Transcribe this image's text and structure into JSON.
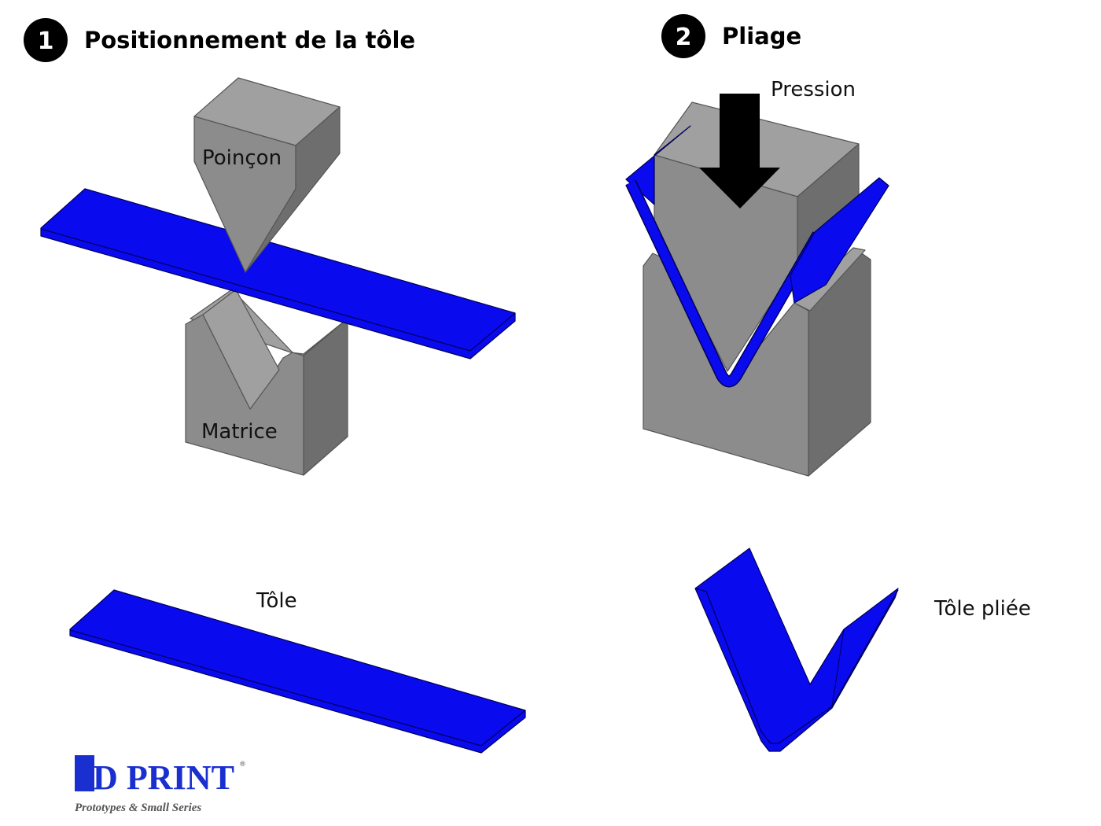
{
  "step1": {
    "number": "1",
    "title": "Positionnement de la tôle"
  },
  "step2": {
    "number": "2",
    "title": "Pliage"
  },
  "labels": {
    "punch": "Poinçon",
    "die": "Matrice",
    "sheet": "Tôle",
    "pressure": "Pression",
    "bent_sheet": "Tôle pliée"
  },
  "logo": {
    "brand": "3D PRINT",
    "registered": "®",
    "tagline": "Prototypes & Small Series"
  },
  "colors": {
    "sheet": "#0a0aee",
    "tool": "#8c8c8c",
    "badge": "#000000"
  }
}
